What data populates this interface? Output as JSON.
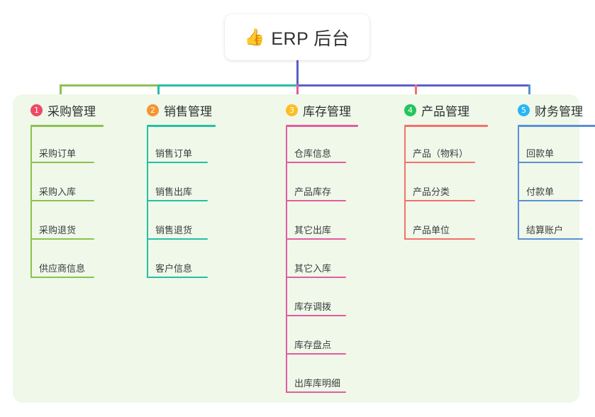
{
  "root": {
    "icon": "thumbs-up-icon",
    "icon_glyph": "👍",
    "label": "ERP 后台"
  },
  "palette": {
    "panel_background": "#eff8e9",
    "page_background": "#ffffff",
    "root_background": "#ffffff",
    "text": "#2f3133",
    "bus_left_green": "#8cc152",
    "bus_mid_teal": "#26bfa5",
    "bus_right_blue": "#5b5fc7",
    "root_stem": "#5b5fc7"
  },
  "columns": [
    {
      "number": "1",
      "title": "采购管理",
      "badge_color": "#ef4a63",
      "line_color": "#8cc152",
      "items": [
        "采购订单",
        "采购入库",
        "采购退货",
        "供应商信息"
      ]
    },
    {
      "number": "2",
      "title": "销售管理",
      "badge_color": "#f7942f",
      "line_color": "#26bfa5",
      "items": [
        "销售订单",
        "销售出库",
        "销售退货",
        "客户信息"
      ]
    },
    {
      "number": "3",
      "title": "库存管理",
      "badge_color": "#fbbf24",
      "line_color": "#e45ba0",
      "items": [
        "仓库信息",
        "产品库存",
        "其它出库",
        "其它入库",
        "库存调拨",
        "库存盘点",
        "出库库明细"
      ]
    },
    {
      "number": "4",
      "title": "产品管理",
      "badge_color": "#22c55e",
      "line_color": "#f4706a",
      "items": [
        "产品（物料）",
        "产品分类",
        "产品单位"
      ]
    },
    {
      "number": "5",
      "title": "财务管理",
      "badge_color": "#29b6f6",
      "line_color": "#5b8fd6",
      "items": [
        "回款单",
        "付款单",
        "结算账户"
      ]
    }
  ]
}
